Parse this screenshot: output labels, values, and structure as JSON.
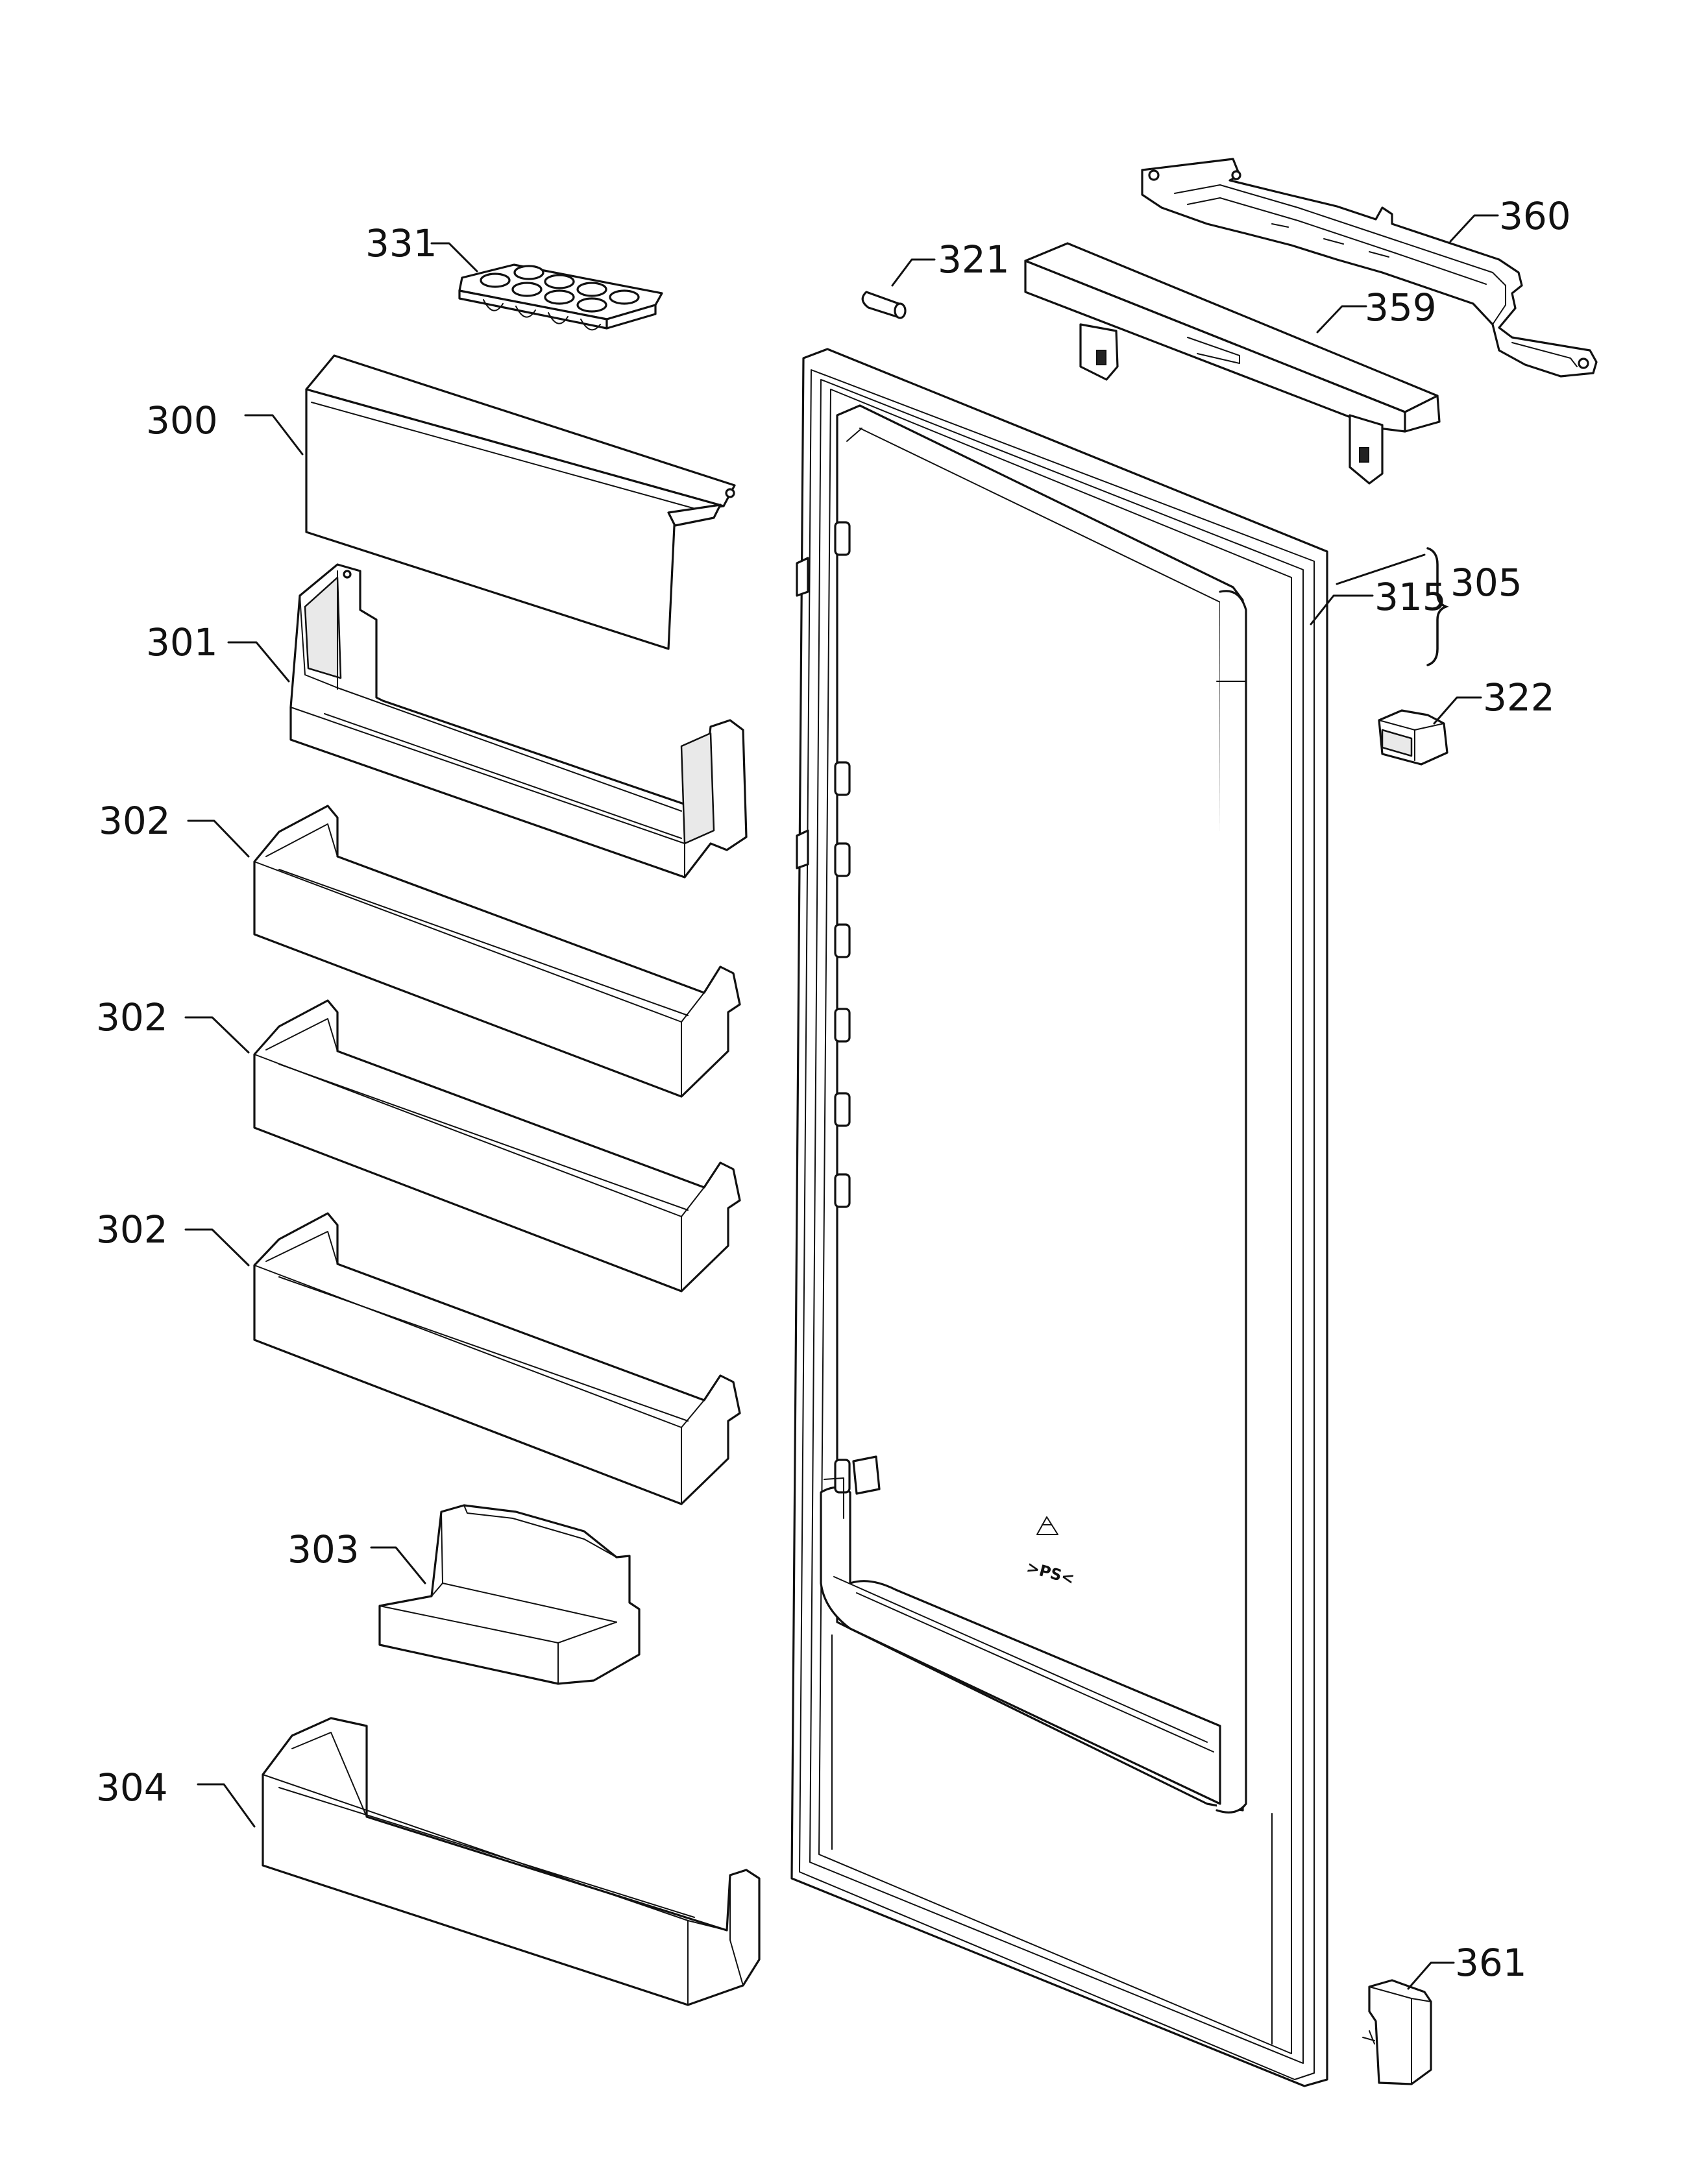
{
  "diagram": {
    "callouts": {
      "p331": "331",
      "p300": "300",
      "p301": "301",
      "p302a": "302",
      "p302b": "302",
      "p302c": "302",
      "p303": "303",
      "p304": "304",
      "p321": "321",
      "p359": "359",
      "p360": "360",
      "p305": "305",
      "p315": "315",
      "p322": "322",
      "p361": "361"
    },
    "recycle_mark": ">PS<"
  }
}
